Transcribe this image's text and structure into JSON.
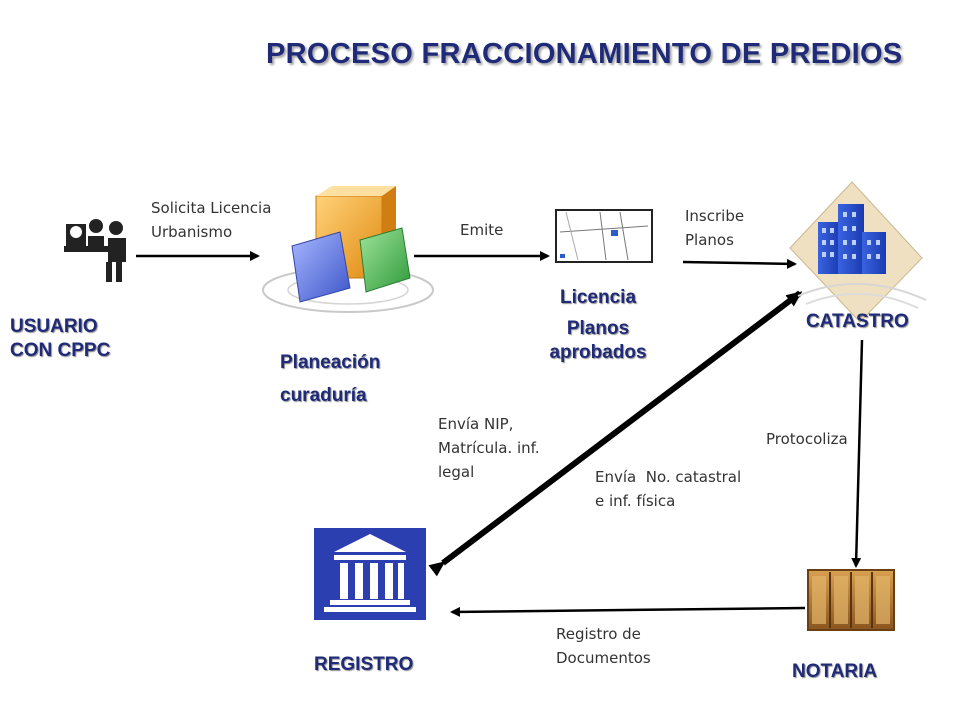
{
  "title": "PROCESO  FRACCIONAMIENTO DE PREDIOS",
  "nodes": {
    "usuario": {
      "line1": "USUARIO",
      "line2": "CON CPPC"
    },
    "planeacion": {
      "line1": "Planeación",
      "line2": "curaduría"
    },
    "licencia": {
      "line1": "Licencia",
      "line2": "Planos",
      "line3": "aprobados"
    },
    "catastro": {
      "label": "CATASTRO"
    },
    "registro": {
      "label": "REGISTRO"
    },
    "notaria": {
      "label": "NOTARIA"
    }
  },
  "edges": {
    "solicita": {
      "line1": "Solicita Licencia",
      "line2": "Urbanismo"
    },
    "emite": {
      "label": "Emite"
    },
    "inscribe": {
      "line1": "Inscribe",
      "line2": "Planos"
    },
    "envia_nip": {
      "line1": "Envía NIP,",
      "line2": "Matrícula. inf.",
      "line3": "legal"
    },
    "envia_catastral": {
      "line1": "Envía  No. catastral",
      "line2": "e inf. física"
    },
    "protocoliza": {
      "label": "Protocoliza"
    },
    "registro_docs": {
      "line1": "Registro de",
      "line2": "Documentos"
    }
  },
  "colors": {
    "title": "#1f2a78",
    "label": "#1f2a78",
    "arrow": "#000000",
    "registro_icon": "#2b3fb0"
  }
}
